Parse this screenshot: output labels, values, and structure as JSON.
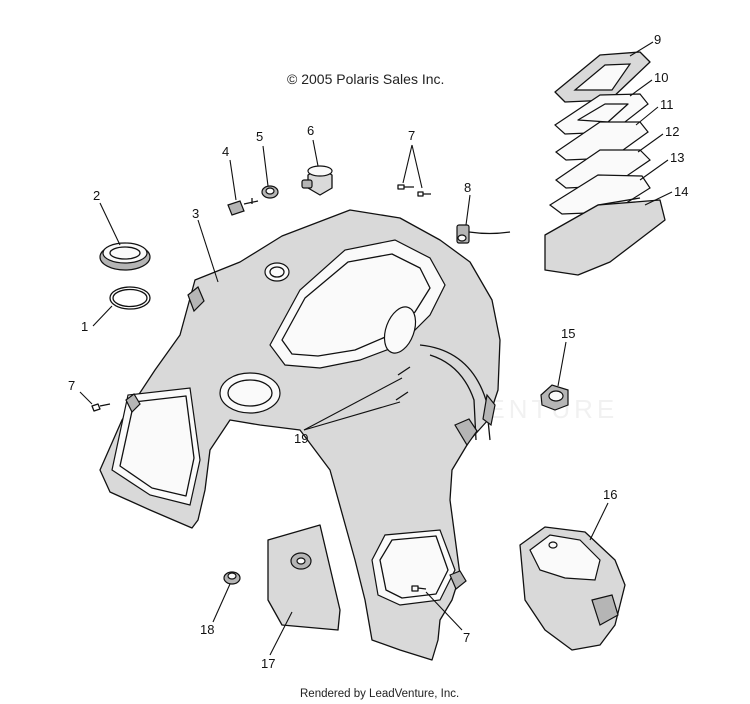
{
  "header": {
    "copyright": "© 2005 Polaris Sales Inc."
  },
  "footer": {
    "rendered_by": "Rendered by LeadVenture, Inc."
  },
  "watermark": {
    "text": "EARLY LEADVENTURE"
  },
  "callouts": [
    {
      "id": "c1",
      "label": "1"
    },
    {
      "id": "c2",
      "label": "2"
    },
    {
      "id": "c3",
      "label": "3"
    },
    {
      "id": "c4",
      "label": "4"
    },
    {
      "id": "c5",
      "label": "5"
    },
    {
      "id": "c6",
      "label": "6"
    },
    {
      "id": "c7a",
      "label": "7"
    },
    {
      "id": "c7b",
      "label": "7"
    },
    {
      "id": "c7c",
      "label": "7"
    },
    {
      "id": "c8",
      "label": "8"
    },
    {
      "id": "c9",
      "label": "9"
    },
    {
      "id": "c10",
      "label": "10"
    },
    {
      "id": "c11",
      "label": "11"
    },
    {
      "id": "c12",
      "label": "12"
    },
    {
      "id": "c13",
      "label": "13"
    },
    {
      "id": "c14",
      "label": "14"
    },
    {
      "id": "c15",
      "label": "15"
    },
    {
      "id": "c16",
      "label": "16"
    },
    {
      "id": "c17",
      "label": "17"
    },
    {
      "id": "c18",
      "label": "18"
    },
    {
      "id": "c19",
      "label": "19"
    }
  ],
  "colors": {
    "line": "#111111",
    "panel": "#d9d9d9",
    "background": "#ffffff"
  }
}
